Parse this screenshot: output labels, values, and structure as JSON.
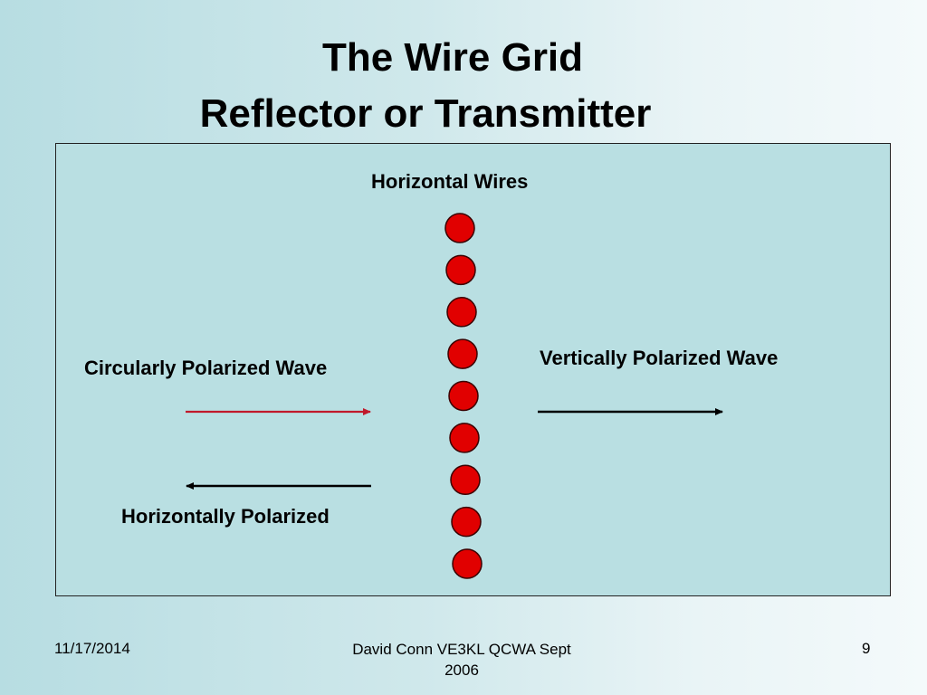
{
  "slide": {
    "title_line_1": "The Wire Grid",
    "title_line_2": "Reflector or Transmitter"
  },
  "diagram": {
    "horizontal_wires_label": "Horizontal Wires",
    "incident_wave_label": "Circularly Polarized  Wave",
    "transmitted_wave_label": "Vertically Polarized Wave",
    "reflected_wave_label": "Horizontally Polarized",
    "wire_count": 9,
    "colors": {
      "wire_fill": "#e10000",
      "wire_stroke": "#3a0000",
      "incident_arrow": "#c0192b",
      "other_arrows": "#000000",
      "box_fill": "#b9dfe2"
    }
  },
  "footer": {
    "date": "11/17/2014",
    "author_line_1": "David Conn   VE3KL  QCWA Sept",
    "author_line_2": "2006",
    "page_number": "9"
  }
}
